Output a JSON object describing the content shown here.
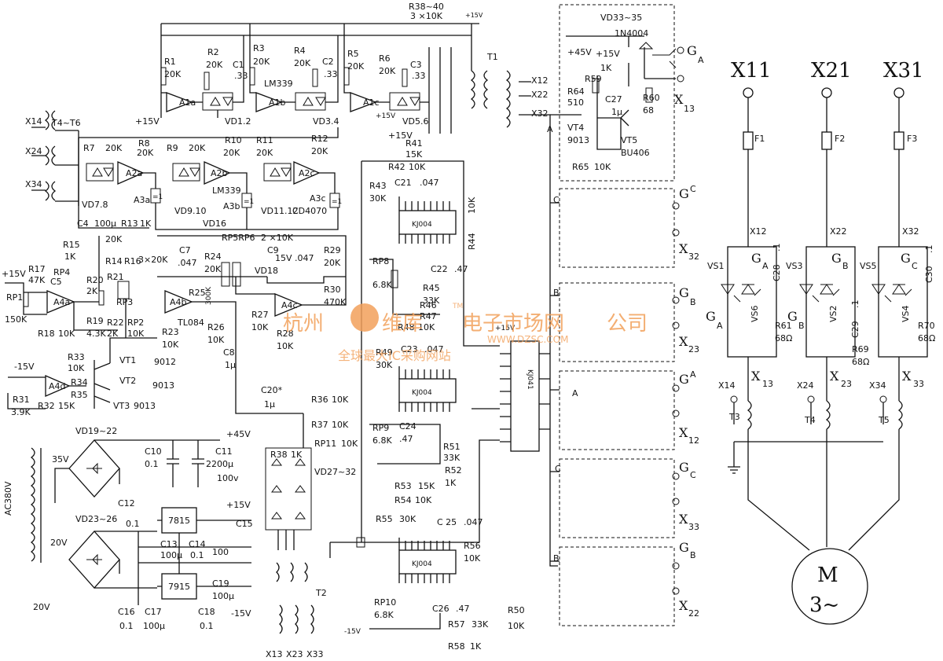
{
  "title_bus": {
    "resistor_net": "R38~40",
    "resistor_val": "3 ×10K",
    "supply": "+15V"
  },
  "phase_labels": [
    "X11",
    "X21",
    "X31"
  ],
  "motor": {
    "name": "M",
    "spec": "3~"
  },
  "comparators": [
    {
      "r_top": "R1",
      "r_top_val": "20K",
      "r2": "R2",
      "r2_val": "20K",
      "c": "C1",
      "c_val": ".33",
      "amp": "A1a",
      "vd": "VD1.2"
    },
    {
      "r_top": "R3",
      "r_top_val": "20K",
      "r2": "R4",
      "r2_val": "20K",
      "c": "C2",
      "c_val": ".33",
      "amp": "A1b",
      "vd": "VD3.4",
      "ic": "LM339"
    },
    {
      "r_top": "R5",
      "r_top_val": "20K",
      "r2": "R6",
      "r2_val": "20K",
      "c": "C3",
      "c_val": ".33",
      "amp": "A1c",
      "vd": "VD5.6"
    }
  ],
  "amps2": [
    {
      "r_a": "R7",
      "r_a_val": "20K",
      "r_b": "R8",
      "r_b_val": "20K",
      "amp": "A2a",
      "vd": "VD7.8",
      "gate": "A3a"
    },
    {
      "r_a": "R9",
      "r_a_val": "20K",
      "r_b": "R10",
      "r_b_val": "20K",
      "amp": "A2b",
      "vd": "VD9.10",
      "gate": "A3b",
      "ic": "LM339"
    },
    {
      "r_a": "R11",
      "r_a_val": "20K",
      "r_b": "R12",
      "r_b_val": "20K",
      "amp": "A2c",
      "vd": "VD11.12",
      "gate": "A3c",
      "ic": "CD4070"
    }
  ],
  "left_labels": {
    "xfmr": "T4~T6",
    "x14": "X14",
    "x24": "X24",
    "x34": "X34",
    "plus15": "+15V",
    "c4": "C4",
    "c4_val": "100μ",
    "r13": "R13",
    "r13_val": "1K",
    "vd16": "VD16",
    "r15": "R15",
    "r15_val": "1K",
    "r17": "R17",
    "r17_val": "47K",
    "rp4": "RP4",
    "c5": "C5",
    "r20": "R20",
    "r20_val": "2K",
    "rp1": "RP1",
    "rp1_val": "150K",
    "a4a": "A4a",
    "r19": "R19",
    "r19_val": "4.3K",
    "r18": "R18",
    "r18_val": "10K",
    "r21": "R21",
    "rp3": "RP3",
    "r22": "R22",
    "r22_val": "2K",
    "rp2": "RP2",
    "rp2_val": "10K",
    "r14": "R14",
    "r16": "R16",
    "r3x20k": "3×20K",
    "minus15": "-15V",
    "r33": "R33",
    "r33_val": "10K",
    "r34": "R34",
    "vt1": "VT1",
    "a4d": "A4d",
    "vt2": "VT2",
    "r35": "R35",
    "r31": "R31",
    "r31_val": "3.9K",
    "r32": "R32",
    "r32_val": "15K",
    "vt3": "VT3",
    "vt3_type": "9013",
    "t9013": "9013"
  },
  "mid_labels": {
    "rp5rp6": "RP5RP6",
    "rp56_val": "2 ×10K",
    "c7": "C7",
    "c7_val": ".047",
    "r24": "R24",
    "r24_val": "20K",
    "c9": "C9",
    "c9_val": "15V .047",
    "r29": "R29",
    "r29_val": "20K",
    "a4b": "A4b",
    "r25": "R25",
    "tl084": "TL084",
    "r23": "R23",
    "r23_val": "10K",
    "r26": "R26",
    "r26_val": "10K",
    "vt_9012": "9012",
    "c8": "C8",
    "c8_val": "1μ",
    "vd18": "VD18",
    "r30": "R30",
    "r30_val": "470K",
    "a4c": "A4c",
    "r27": "R27",
    "r27_val": "10K",
    "r28": "R28",
    "r28_val": "10K",
    "r300k": "300K",
    "c20": "C20*",
    "c20_val": "1μ",
    "r36": "R36",
    "r36_val": "10K",
    "r37": "R37",
    "r37_val": "10K",
    "rp11": "RP11",
    "rp11_val": "10K",
    "r38": "R38",
    "r38_val": "1K",
    "vd2732": "VD27~32",
    "t2": "T2",
    "x13": "X13",
    "x23": "X23",
    "x33": "X33"
  },
  "power": {
    "ac": "AC380V",
    "v35": "35V",
    "vd1922": "VD19~22",
    "v20": "20V",
    "vd2326": "VD23~26",
    "v20b": "20V",
    "p45": "+45V",
    "c10": "C10",
    "c10_val": "0.1",
    "c11": "C11",
    "c11_val": "2200μ",
    "c11_v": "100v",
    "p15": "+15V",
    "c12": "C12",
    "reg1": "7815",
    "c15": "C15",
    "c13": "C13",
    "c13_val": "100μ",
    "c14": "C14",
    "c14_val": "0.1",
    "c14b": "100",
    "reg2": "7915",
    "c19": "C19",
    "c19_val": "100μ",
    "m15": "-15V",
    "c16": "C16",
    "c16_val": "0.1",
    "c17": "C17",
    "c17_val": "100μ",
    "c18": "C18",
    "c18_val": "0.1",
    "c01": "0.1"
  },
  "kj_labels": {
    "t1": "T1",
    "x12": "X12",
    "x22": "X22",
    "x32": "X32",
    "a": "A",
    "r41": "R41",
    "r41_val": "15K",
    "r42": "R42",
    "r42_val": "10K",
    "r43": "R43",
    "r43_val": "30K",
    "c21": "C21",
    "c21_val": ".047",
    "chip": "KJ004",
    "r44": "R44",
    "r44_val": "10K",
    "rp8": "RP8",
    "rp8_val": "6.8K",
    "c22": "C22",
    "c22_val": ".47",
    "r45": "R45",
    "r45_val": "33K",
    "r46": "R46",
    "r47": "R47",
    "r48": "R48",
    "r48_val": "10K",
    "r49": "R49",
    "r49_val": "30K",
    "c23": "C23",
    "c23_val": ".047",
    "kj041": "KJ041",
    "rp9": "RP9",
    "rp9_val": "6.8K",
    "c24": "C24",
    "c24_val": ".47",
    "r51": "R51",
    "r51_val": "33K",
    "r52": "R52",
    "r52_val": "1K",
    "r53": "R53",
    "r53_val": "15K",
    "r54": "R54",
    "r54_val": "10K",
    "r55": "R55",
    "r55_val": "30K",
    "c25": "C 25",
    "c25_val": ".047",
    "r56": "R56",
    "r56_val": "10K",
    "rp10": "RP10",
    "rp10_val": "6.8K",
    "c26": "C26",
    "c26_val": ".47",
    "r57": "R57",
    "r57_val": "33K",
    "r58": "R58",
    "r58_val": "1K",
    "r50": "R50",
    "r50_val": "10K",
    "m15": "-15V",
    "p15": "+15V",
    "r15k": "15K"
  },
  "driver": {
    "vd": "VD33~35",
    "diode": "1N4004",
    "p45": "+45V",
    "p15": "+15V",
    "ga": "G",
    "ga_sub": "A",
    "r59": "R59",
    "r59_val": "1K",
    "r64": "R64",
    "r64_val": "510",
    "c27": "C27",
    "c27_val": "1μ",
    "r60": "R60",
    "r60_val": "68",
    "x13": "X",
    "x13_sub": "13",
    "vt4": "VT4",
    "vt4_type": "9013",
    "vt5": "VT5",
    "vt5_type": "BU406",
    "r65": "R65",
    "r65_val": "10K"
  },
  "outputs": [
    {
      "g": "G",
      "gs": "C",
      "in": "C",
      "x": "X",
      "xs": "32"
    },
    {
      "g": "G",
      "gs": "B",
      "in": "B",
      "x": "X",
      "xs": "23"
    },
    {
      "g": "G",
      "gs": "A",
      "in": "A",
      "x": "X",
      "xs": "12"
    },
    {
      "g": "G",
      "gs": "C",
      "in": "C",
      "x": "X",
      "xs": "33"
    },
    {
      "g": "G",
      "gs": "B",
      "in": "B",
      "x": "X",
      "xs": "22"
    }
  ],
  "power_stage": [
    {
      "fuse": "F1",
      "top": "X12",
      "vs": "VS1",
      "vs2": "VS6",
      "gate": "G",
      "gs": "A",
      "c": "C28",
      "c_val": ".1",
      "r": "R61",
      "r_val": "68Ω",
      "bot": "X",
      "bs": "13",
      "t": "T3",
      "tx": "X14",
      "g2": "G",
      "g2s": "A"
    },
    {
      "fuse": "F2",
      "top": "X22",
      "vs": "VS3",
      "vs2": "VS2",
      "gate": "G",
      "gs": "B",
      "c": "C29",
      "c_val": ".1",
      "r": "R69",
      "r_val": "68Ω",
      "bot": "X",
      "bs": "23",
      "t": "T4",
      "tx": "X24",
      "g2": "G",
      "g2s": "B"
    },
    {
      "fuse": "F3",
      "top": "X32",
      "vs": "VS5",
      "vs2": "VS4",
      "gate": "G",
      "gs": "C",
      "c": "C30",
      "c_val": ".1",
      "r": "R70",
      "r_val": "68Ω",
      "bot": "X",
      "bs": "33",
      "t": "T5",
      "tx": "X34",
      "g2": "G",
      "g2s": "C"
    }
  ],
  "watermark": {
    "city": "杭州",
    "brand": "维库",
    "mall": "电子市场网",
    "company": "公司",
    "url": "WWW.DZSC.COM",
    "slogan": "全球最大IC采购网站",
    "tm": "TM"
  }
}
